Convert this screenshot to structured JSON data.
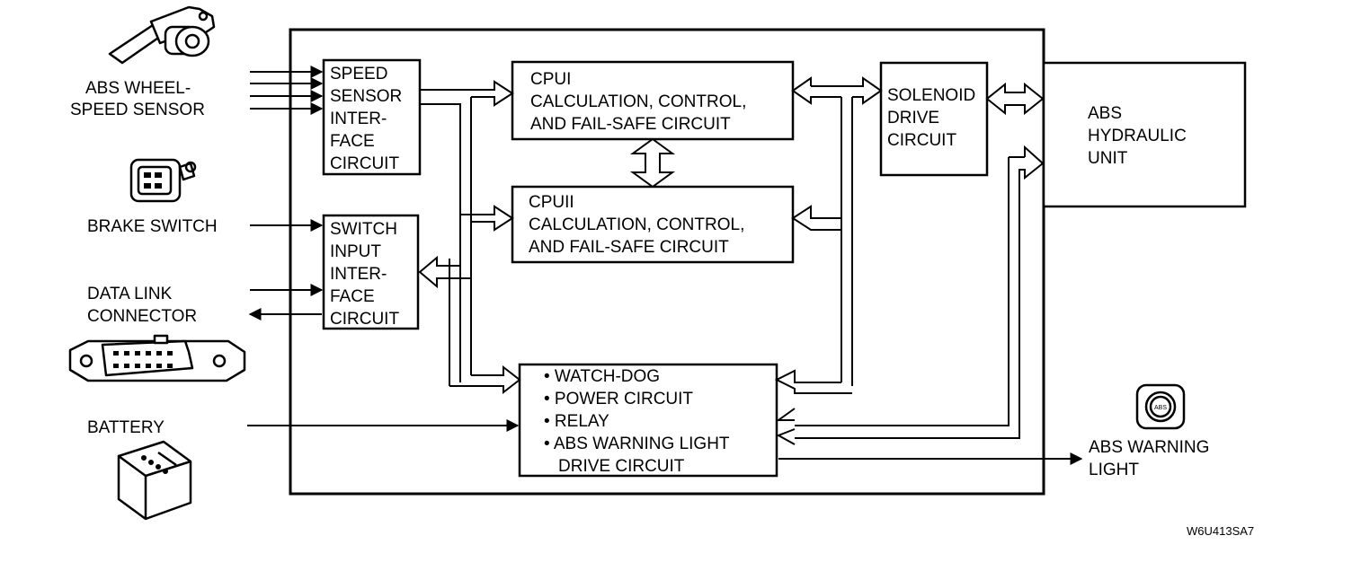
{
  "inputs": {
    "wheel_sensor": [
      "ABS WHEEL-",
      "SPEED SENSOR"
    ],
    "brake_switch": "BRAKE SWITCH",
    "data_link": [
      "DATA LINK",
      "CONNECTOR"
    ],
    "battery": "BATTERY"
  },
  "blocks": {
    "speed_sensor_interface": [
      "SPEED",
      "SENSOR",
      "INTER-",
      "FACE",
      "CIRCUIT"
    ],
    "switch_input_interface": [
      "SWITCH",
      "INPUT",
      "INTER-",
      "FACE",
      "CIRCUIT"
    ],
    "cpu1": [
      "CPUI",
      "CALCULATION, CONTROL,",
      "AND FAIL-SAFE CIRCUIT"
    ],
    "cpu2": [
      "CPUII",
      "CALCULATION, CONTROL,",
      "AND FAIL-SAFE CIRCUIT"
    ],
    "solenoid_drive": [
      "SOLENOID",
      "DRIVE",
      "CIRCUIT"
    ],
    "hydraulic_unit": [
      "ABS",
      "HYDRAULIC",
      "UNIT"
    ],
    "watchdog": [
      "• WATCH-DOG",
      "• POWER CIRCUIT",
      "• RELAY",
      "• ABS WARNING LIGHT",
      "DRIVE CIRCUIT"
    ]
  },
  "outputs": {
    "warning_light": [
      "ABS WARNING",
      "LIGHT"
    ],
    "warning_icon_text": "ABS"
  },
  "figure_code": "W6U413SA7"
}
